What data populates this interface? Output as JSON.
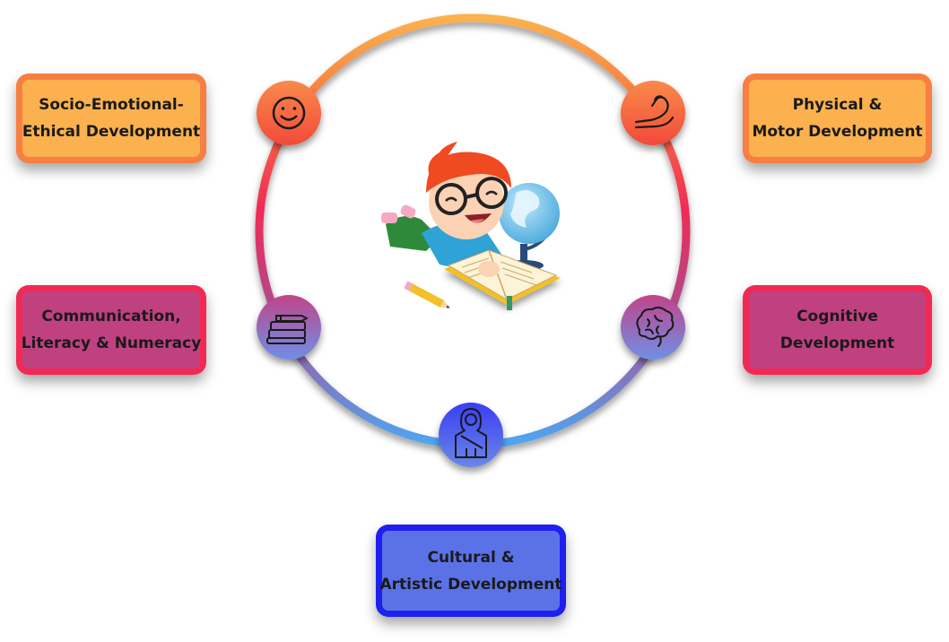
{
  "nodes": {
    "socio": {
      "line1": "Socio-Emotional-",
      "line2": "Ethical Development",
      "icon": "smiley-face-icon"
    },
    "physical": {
      "line1": "Physical &",
      "line2": "Motor Development",
      "icon": "flexed-arm-icon"
    },
    "communication": {
      "line1": "Communication,",
      "line2": "Literacy & Numeracy",
      "icon": "stacked-books-pencil-icon"
    },
    "cognitive": {
      "line1": "Cognitive",
      "line2": "Development",
      "icon": "brain-icon"
    },
    "cultural": {
      "line1": "Cultural &",
      "line2": "Artistic Development",
      "icon": "person-in-saree-icon"
    }
  },
  "center": {
    "icon": "child-reading-book-with-globe-illustration"
  },
  "colors": {
    "orange_box": "#fbb14e",
    "orange_border": "#f77f41",
    "magenta_box": "#c04180",
    "magenta_border": "#f12a55",
    "blue_box": "#5b72e6",
    "blue_border": "#1f1ff0",
    "ring_top": "#fbb14e",
    "ring_mid": "#f12a55",
    "ring_bottom": "#5ba4f0"
  }
}
